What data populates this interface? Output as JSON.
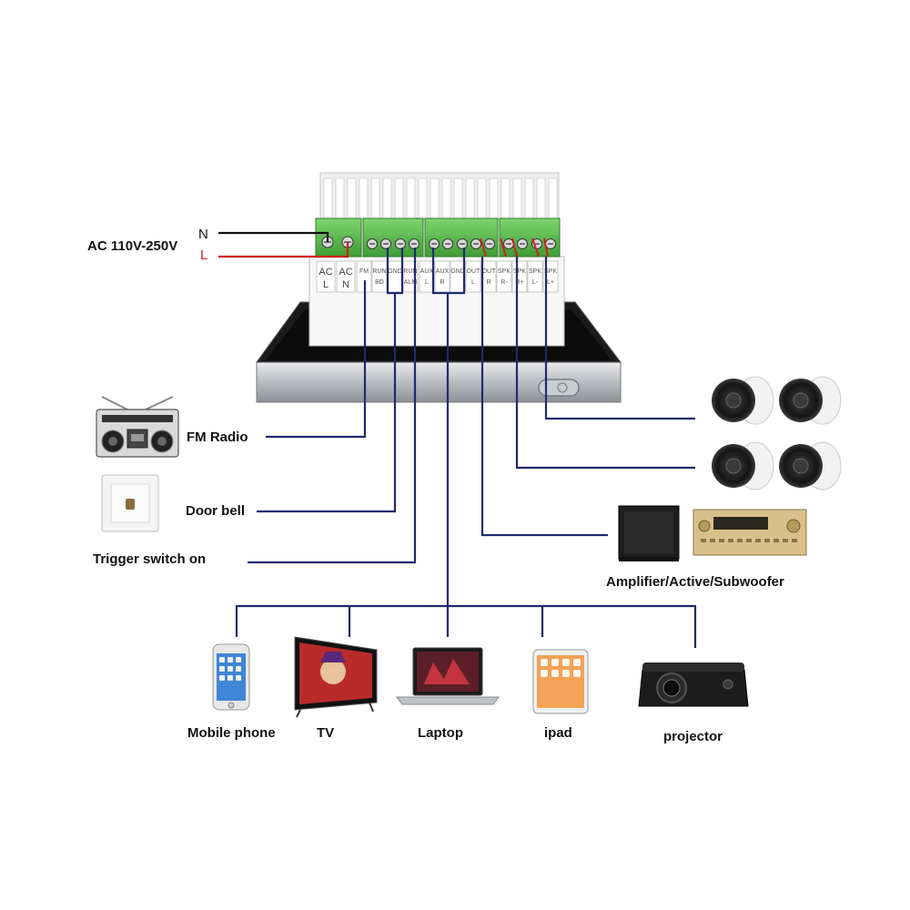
{
  "power": {
    "label": "AC 110V-250V",
    "n": "N",
    "l": "L"
  },
  "terminals": [
    {
      "top": "AC",
      "bottom": "L"
    },
    {
      "top": "AC",
      "bottom": "N"
    },
    {
      "top": "FM",
      "bottom": ""
    },
    {
      "top": "RUN",
      "bottom": "BD"
    },
    {
      "top": "GND",
      "bottom": ""
    },
    {
      "top": "RUN",
      "bottom": "ALM"
    },
    {
      "top": "AUX",
      "bottom": "L"
    },
    {
      "top": "AUX",
      "bottom": "R"
    },
    {
      "top": "GND",
      "bottom": ""
    },
    {
      "top": "OUT",
      "bottom": "L"
    },
    {
      "top": "OUT",
      "bottom": "R"
    },
    {
      "top": "SPK",
      "bottom": "R-"
    },
    {
      "top": "SPK",
      "bottom": "R+"
    },
    {
      "top": "SPK",
      "bottom": "L-"
    },
    {
      "top": "SPK",
      "bottom": "L+"
    }
  ],
  "inputs_left": {
    "fm_radio": "FM Radio",
    "door_bell": "Door bell",
    "trigger": "Trigger switch on"
  },
  "outputs_right": {
    "amplifier": "Amplifier/Active/Subwoofer"
  },
  "devices": {
    "mobile_phone": "Mobile phone",
    "tv": "TV",
    "laptop": "Laptop",
    "ipad": "ipad",
    "projector": "projector"
  },
  "colors": {
    "wire": "#1f2a6e",
    "live": "#cc1f1f",
    "neutral": "#111111",
    "terminal_green": "#5bbf4f"
  }
}
